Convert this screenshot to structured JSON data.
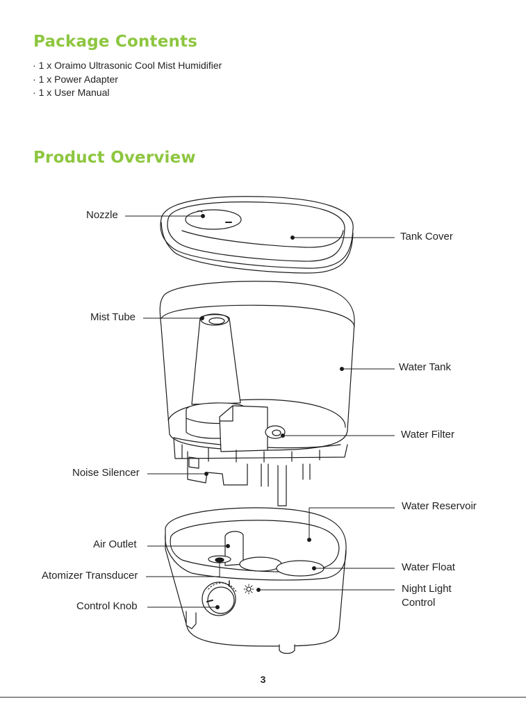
{
  "package": {
    "title": "Package Contents",
    "items": [
      "1 x Oraimo Ultrasonic Cool Mist Humidifier",
      "1 x Power Adapter",
      "1 x User Manual"
    ]
  },
  "overview": {
    "title": "Product Overview",
    "labels": {
      "nozzle": "Nozzle",
      "tank_cover": "Tank Cover",
      "mist_tube": "Mist Tube",
      "water_tank": "Water Tank",
      "water_filter": "Water Filter",
      "noise_silencer": "Noise Silencer",
      "water_reservoir": "Water Reservoir",
      "air_outlet": "Air Outlet",
      "water_float": "Water Float",
      "atomizer_transducer": "Atomizer Transducer",
      "night_light_line1": "Night Light",
      "night_light_line2": "Control",
      "control_knob": "Control Knob"
    }
  },
  "page_number": "3",
  "colors": {
    "heading": "#8dc63f",
    "line": "#1a1a1a"
  }
}
